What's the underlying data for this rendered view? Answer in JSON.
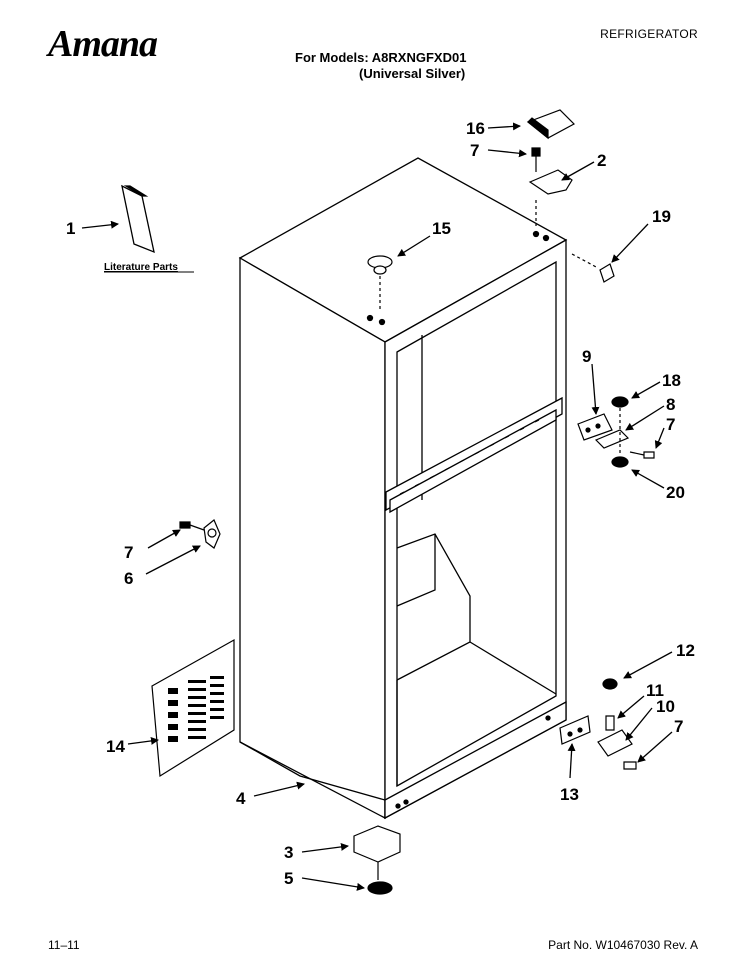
{
  "header": {
    "brand": "Amana",
    "doc_type": "REFRIGERATOR",
    "models_line1": "For Models: A8RXNGFXD01",
    "models_line2": "(Universal Silver)"
  },
  "footer": {
    "date_code": "11–11",
    "part_no": "Part No. W10467030 Rev. A"
  },
  "literature_label": "Literature Parts",
  "callouts": {
    "c1": "1",
    "c2": "2",
    "c3": "3",
    "c4": "4",
    "c5": "5",
    "c6": "6",
    "c7a": "7",
    "c7b": "7",
    "c7c": "7",
    "c7d": "7",
    "c8": "8",
    "c9": "9",
    "c10": "10",
    "c11": "11",
    "c12": "12",
    "c13": "13",
    "c14": "14",
    "c15": "15",
    "c16": "16",
    "c18": "18",
    "c19": "19",
    "c20": "20"
  }
}
